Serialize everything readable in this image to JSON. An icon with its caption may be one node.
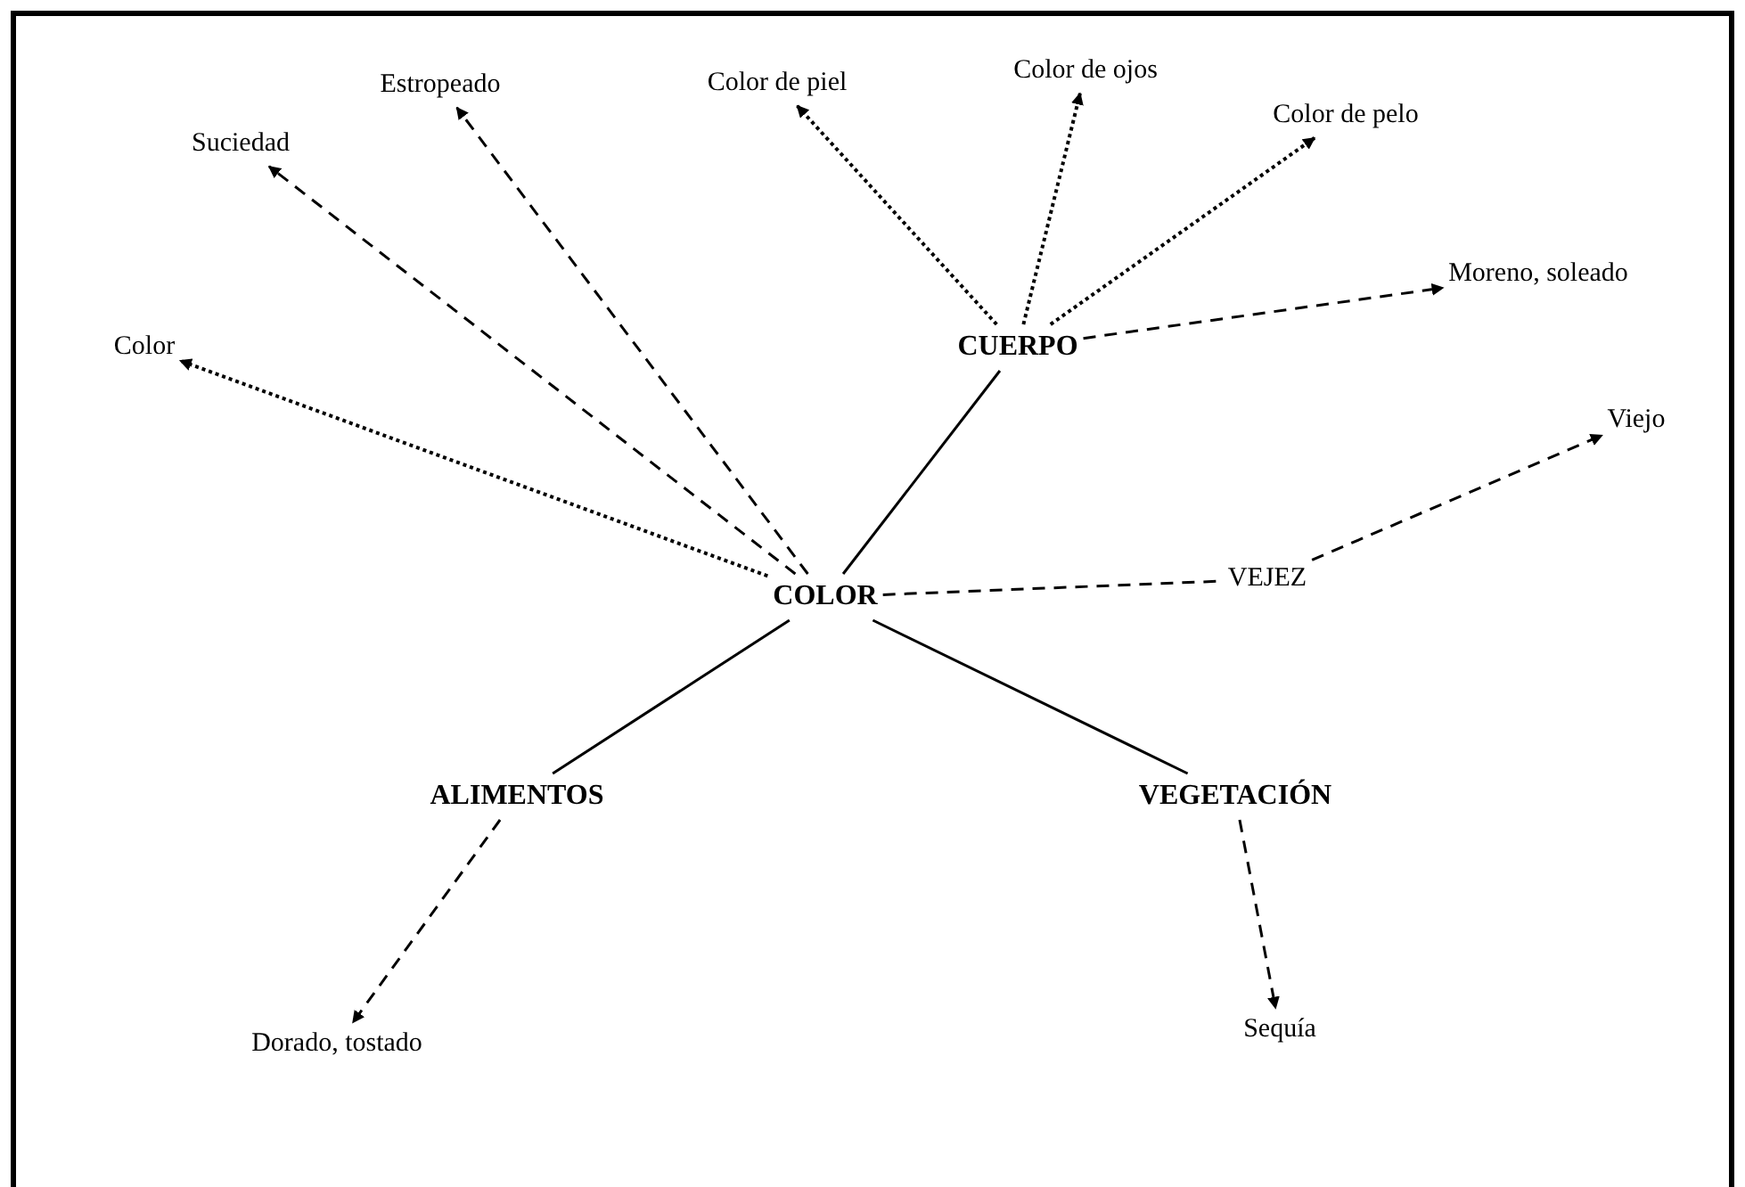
{
  "diagram": {
    "nodes": [
      {
        "text": [
          "Estropeado"
        ]
      },
      {
        "text": [
          "Color de piel"
        ]
      },
      {
        "text": [
          "Color de ojos"
        ]
      },
      {
        "text": [
          "Color de pelo"
        ]
      },
      {
        "text": [
          "Suciedad"
        ]
      },
      {
        "text": [
          "Moreno, soleado"
        ]
      },
      {
        "text": [
          "CUERPO"
        ]
      },
      {
        "text": [
          "Color"
        ]
      },
      {
        "text": [
          "Viejo"
        ]
      },
      {
        "text": [
          "COLOR"
        ]
      },
      {
        "text": [
          "VEJEZ"
        ]
      },
      {
        "text": [
          "ALIMENTOS"
        ]
      },
      {
        "text": [
          "VEGETACIÓN"
        ]
      },
      {
        "text": [
          "Dorado, tostado"
        ]
      },
      {
        "text": [
          "Sequía"
        ]
      }
    ],
    "edges": [
      {
        "from": 9,
        "to": 7,
        "arrow": "to",
        "style": "dashed"
      },
      {
        "from": 9,
        "to": 4,
        "arrow": "to",
        "style": "dashed"
      },
      {
        "from": 9,
        "to": 0,
        "arrow": "to",
        "style": "dashed"
      },
      {
        "from": 9,
        "to": 6,
        "arrow": "none"
      },
      {
        "from": 9,
        "to": 10,
        "arrow": "none",
        "style": "dashed"
      },
      {
        "from": 10,
        "to": 8,
        "arrow": "to",
        "style": "dashed"
      },
      {
        "from": 6,
        "to": 1,
        "arrow": "to",
        "style": "dashed"
      },
      {
        "from": 6,
        "to": 2,
        "arrow": "to",
        "style": "dashed"
      },
      {
        "from": 6,
        "to": 3,
        "arrow": "to",
        "style": "dashed"
      },
      {
        "from": 6,
        "to": 5,
        "arrow": "to",
        "style": "dashed"
      },
      {
        "from": 9,
        "to": 11,
        "arrow": "none"
      },
      {
        "from": 9,
        "to": 12,
        "arrow": "none"
      },
      {
        "from": 11,
        "to": 13,
        "arrow": "to",
        "style": "dashed"
      },
      {
        "from": 12,
        "to": 14,
        "arrow": "to",
        "style": "dashed"
      }
    ]
  }
}
